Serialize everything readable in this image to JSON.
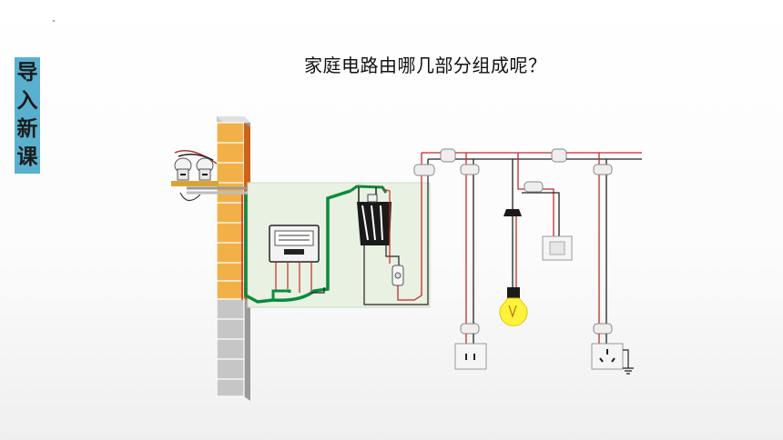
{
  "side_tag": {
    "chars": [
      "导",
      "入",
      "新",
      "课"
    ]
  },
  "title": "家庭电路由哪几部分组成呢？"
}
